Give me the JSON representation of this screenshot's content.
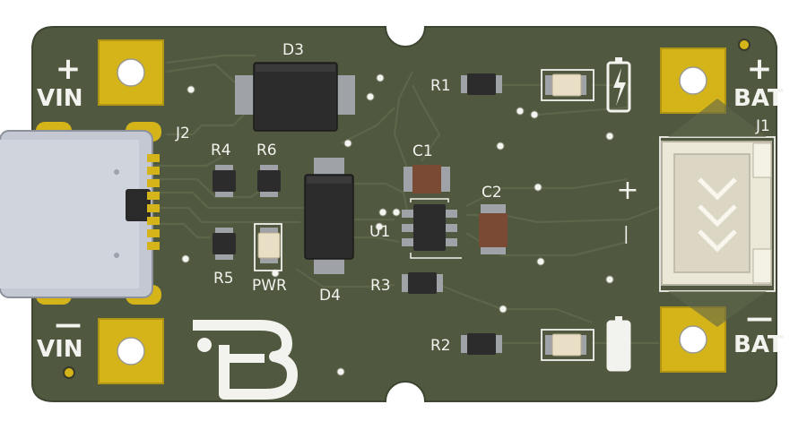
{
  "board": {
    "colors": {
      "substrate": "#50583f",
      "substrate_edge": "#3e4631",
      "trace": "#5d6649",
      "silkscreen": "#f2f2ee",
      "pad_gold": "#d4b418",
      "component_body": "#2c2c2c",
      "capacitor_body": "#7a4a35",
      "led_body": "#e9dfc6",
      "usb_metal": "#c4c8d2"
    },
    "labels": {
      "vin_plus_sign": "+",
      "vin_plus": "VIN",
      "vin_minus_sign": "—",
      "vin_minus": "VIN",
      "bat_plus_sign": "+",
      "bat_plus": "BAT",
      "bat_minus_sign": "—",
      "bat_minus": "BAT",
      "j1": "J1",
      "j2": "J2",
      "d3": "D3",
      "d4": "D4",
      "r1": "R1",
      "r2": "R2",
      "r3": "R3",
      "r4": "R4",
      "r5": "R5",
      "r6": "R6",
      "c1": "C1",
      "c2": "C2",
      "u1": "U1",
      "pwr": "PWR",
      "conn_plus": "+",
      "conn_minus": "—"
    },
    "icons": {
      "logo": "logo-b-icon",
      "battery_charging": "battery-charging-icon",
      "battery_full": "battery-full-icon"
    }
  }
}
